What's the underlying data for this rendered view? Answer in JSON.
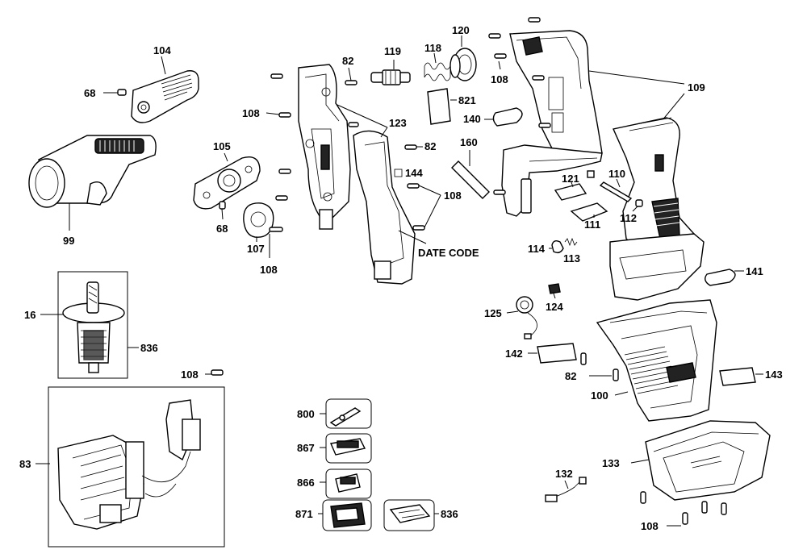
{
  "labels": {
    "l104": "104",
    "l68a": "68",
    "l99": "99",
    "l105": "105",
    "l68b": "68",
    "l107": "107",
    "l108a": "108",
    "l82a": "82",
    "l108b": "108",
    "l119": "119",
    "l118": "118",
    "l120": "120",
    "l821": "821",
    "l123": "123",
    "l82b": "82",
    "l144": "144",
    "l160": "160",
    "l108c": "108",
    "l140": "140",
    "l108d": "108",
    "l109": "109",
    "l121": "121",
    "l110": "110",
    "l111": "111",
    "l112": "112",
    "l114": "114",
    "l113": "113",
    "l141": "141",
    "l124": "124",
    "l125": "125",
    "l142": "142",
    "l82c": "82",
    "l143": "143",
    "l100": "100",
    "l16": "16",
    "l836a": "836",
    "l108e": "108",
    "l83": "83",
    "l800": "800",
    "l867": "867",
    "l866": "866",
    "l871": "871",
    "l836b": "836",
    "l132": "132",
    "l133": "133",
    "l108f": "108",
    "date_code": "DATE CODE"
  }
}
